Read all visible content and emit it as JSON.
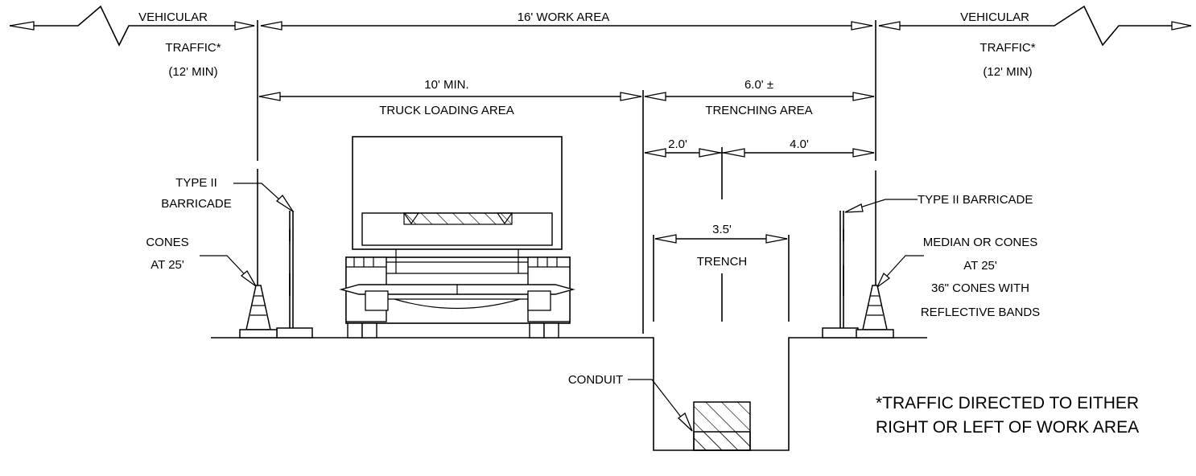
{
  "labels": {
    "vehicular_left": "VEHICULAR",
    "traffic_left": "TRAFFIC*",
    "min_left": "(12' MIN)",
    "vehicular_right": "VEHICULAR",
    "traffic_right": "TRAFFIC*",
    "min_right": "(12' MIN)",
    "work_area": "16' WORK AREA",
    "ten_min": "10' MIN.",
    "truck_loading": "TRUCK LOADING AREA",
    "six_ft": "6.0' ±",
    "trenching_area": "TRENCHING AREA",
    "two_ft": "2.0'",
    "four_ft": "4.0'",
    "type_ii": "TYPE II",
    "barricade": "BARRICADE",
    "cones": "CONES",
    "at_25_left": "AT 25'",
    "type_ii_barricade_right": "TYPE II BARRICADE",
    "three_five": "3.5'",
    "trench": "TRENCH",
    "median_or_cones": "MEDIAN OR CONES",
    "at_25_right": "AT 25'",
    "cones_36": "36\" CONES WITH",
    "reflective_bands": "REFLECTIVE BANDS",
    "conduit": "CONDUIT",
    "note_line1": "*TRAFFIC DIRECTED TO EITHER",
    "note_line2": "RIGHT OR LEFT OF WORK AREA"
  }
}
